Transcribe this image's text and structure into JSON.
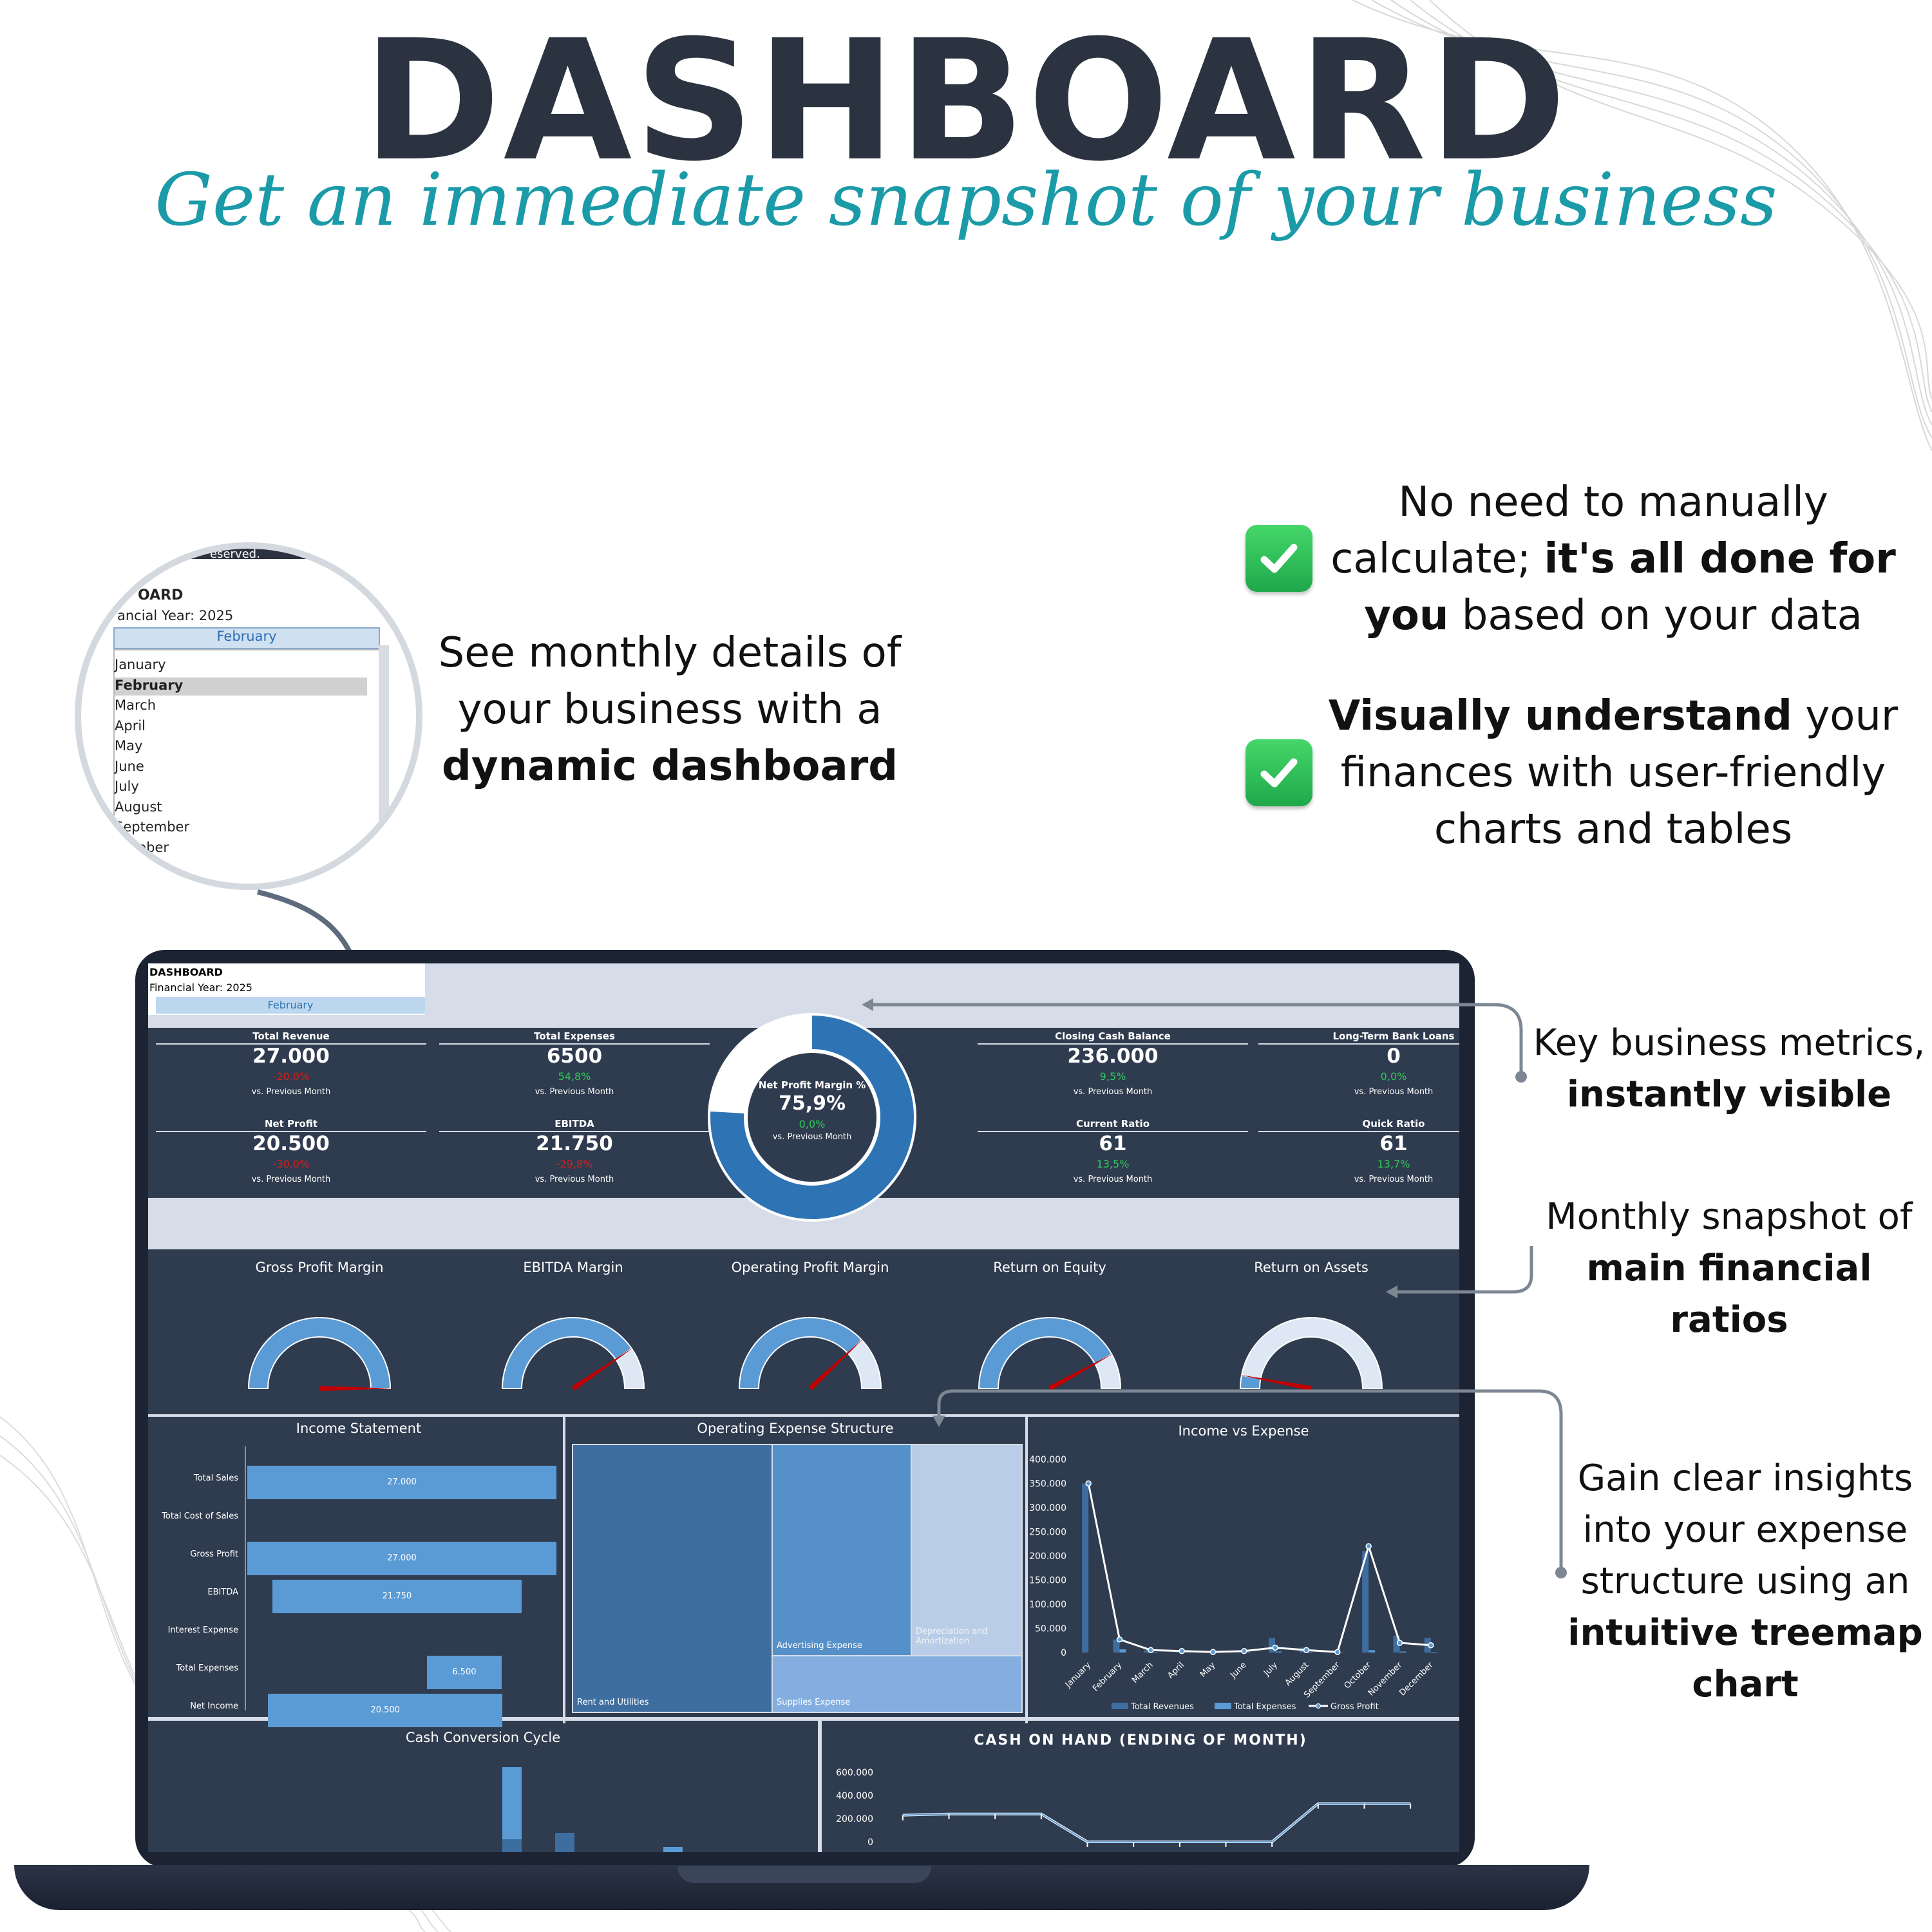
{
  "header": {
    "title": "DASHBOARD",
    "subtitle": "Get an immediate snapshot of your business"
  },
  "features": {
    "monthly": {
      "line1": "See monthly details of",
      "line2": "your business with a",
      "bold": "dynamic dashboard"
    },
    "calc": {
      "line1": "No need to manually",
      "line2a": "calculate;",
      "line2b": "it's all done for",
      "line3a": "you",
      "line3b": "based on your data"
    },
    "visual": {
      "bold": "Visually understand",
      "line1b": "your",
      "line2": "finances with user-friendly",
      "line3": "charts and tables"
    }
  },
  "callouts": {
    "metrics": {
      "line1": "Key business metrics,",
      "bold": "instantly visible"
    },
    "ratios": {
      "line1": "Monthly snapshot of",
      "bold": "main financial ratios"
    },
    "treemap": {
      "line1": "Gain clear insights",
      "line2": "into your expense",
      "line3": "structure using an",
      "bold1": "intuitive treemap",
      "bold2": "chart"
    }
  },
  "magnifier": {
    "cut_title": "OARD",
    "cut_year": "ancial Year: 2025",
    "selected": "February",
    "months": [
      "January",
      "February",
      "March",
      "April",
      "May",
      "June",
      "July",
      "August",
      "September",
      "October",
      "ember",
      "r"
    ],
    "top_text": "eserved."
  },
  "dashboard": {
    "title": "DASHBOARD",
    "year": "Financial Year: 2025",
    "month": "February",
    "kpis": [
      {
        "label": "Total Revenue",
        "value": "27.000",
        "pct": "-20,0%",
        "pct_color": "#d81e1e",
        "sub": "vs. Previous Month"
      },
      {
        "label": "Total Expenses",
        "value": "6500",
        "pct": "54,8%",
        "pct_color": "#2ecc5a",
        "sub": "vs. Previous Month"
      },
      {
        "label": "Closing Cash Balance",
        "value": "236.000",
        "pct": "9,5%",
        "pct_color": "#2ecc5a",
        "sub": "vs. Previous Month"
      },
      {
        "label": "Long-Term Bank Loans",
        "value": "0",
        "pct": "0,0%",
        "pct_color": "#2ecc5a",
        "sub": "vs. Previous Month"
      },
      {
        "label": "Net Profit",
        "value": "20.500",
        "pct": "-30,0%",
        "pct_color": "#d81e1e",
        "sub": "vs. Previous Month"
      },
      {
        "label": "EBITDA",
        "value": "21.750",
        "pct": "-29,8%",
        "pct_color": "#d81e1e",
        "sub": "vs. Previous Month"
      },
      {
        "label": "Current Ratio",
        "value": "61",
        "pct": "13,5%",
        "pct_color": "#2ecc5a",
        "sub": "vs. Previous Month"
      },
      {
        "label": "Quick Ratio",
        "value": "61",
        "pct": "13,7%",
        "pct_color": "#2ecc5a",
        "sub": "vs. Previous Month"
      }
    ],
    "donut": {
      "label": "Net Profit Margin %",
      "value": "75,9%",
      "fraction": 0.759,
      "pct": "0,0%",
      "sub": "vs. Previous Month"
    },
    "gauges": [
      {
        "label": "Gross Profit Margin",
        "fraction": 1.0
      },
      {
        "label": "EBITDA Margin",
        "fraction": 0.81
      },
      {
        "label": "Operating Profit Margin",
        "fraction": 0.76
      },
      {
        "label": "Return on Equity",
        "fraction": 0.84
      },
      {
        "label": "Return on Assets",
        "fraction": 0.06
      }
    ],
    "income_statement": {
      "title": "Income Statement",
      "rows": [
        {
          "label": "Total Sales",
          "value": 27000,
          "text": "27.000",
          "start": 0
        },
        {
          "label": "Total Cost of Sales",
          "value": 0,
          "text": "",
          "start": 27000
        },
        {
          "label": "Gross Profit",
          "value": 27000,
          "text": "27.000",
          "start": 0
        },
        {
          "label": "EBITDA",
          "value": 21750,
          "text": "21.750",
          "start": 2200
        },
        {
          "label": "Interest Expense",
          "value": 0,
          "text": "",
          "start": 21750
        },
        {
          "label": "Total Expenses",
          "value": 6500,
          "text": "6.500",
          "start": 15700
        },
        {
          "label": "Net Income",
          "value": 20500,
          "text": "20.500",
          "start": 1800
        }
      ]
    },
    "treemap": {
      "title": "Operating Expense Structure",
      "items": [
        {
          "label": "Rent and Utilities",
          "color": "#3e6e9f"
        },
        {
          "label": "Advertising Expense",
          "color": "#5690c8"
        },
        {
          "label": "Depreciation and Amortization",
          "color": "#b9cde6"
        },
        {
          "label": "Supplies Expense",
          "color": "#84aee0"
        }
      ]
    },
    "cash_cycle": {
      "title": "Cash Conversion Cycle"
    },
    "cash_on_hand": {
      "title": "CASH ON HAND (ENDING OF MONTH)",
      "ticks": [
        "600.000",
        "400.000",
        "200.000",
        "0"
      ],
      "values": [
        230000,
        240000,
        240000,
        240000,
        0,
        0,
        0,
        0,
        0,
        330000,
        330000,
        330000
      ]
    }
  },
  "chart_data": {
    "type": "bar",
    "title": "Income vs Expense",
    "categories": [
      "January",
      "February",
      "March",
      "April",
      "May",
      "June",
      "July",
      "August",
      "September",
      "October",
      "November",
      "December"
    ],
    "series": [
      {
        "name": "Total Revenues",
        "values": [
          350000,
          27000,
          5000,
          3000,
          1000,
          3000,
          30000,
          10000,
          1000,
          210000,
          35000,
          30000
        ]
      },
      {
        "name": "Total Expenses",
        "values": [
          0,
          6500,
          1000,
          1000,
          500,
          1000,
          2000,
          1000,
          500,
          5000,
          2000,
          1000
        ]
      },
      {
        "name": "Gross Profit",
        "values": [
          350000,
          27000,
          5000,
          3000,
          1000,
          3000,
          10000,
          5000,
          1000,
          220000,
          20000,
          15000
        ]
      }
    ],
    "ylim": [
      0,
      400000
    ],
    "yticks": [
      "400.000",
      "350.000",
      "300.000",
      "250.000",
      "200.000",
      "150.000",
      "100.000",
      "50.000",
      "0"
    ]
  },
  "colors": {
    "navy": "#2f3b4e",
    "bar": "#5b9bd5",
    "dark_bar": "#3e6e9f",
    "light": "#d6dde8",
    "needle": "#c00000",
    "accent": "#1b9aa8"
  }
}
